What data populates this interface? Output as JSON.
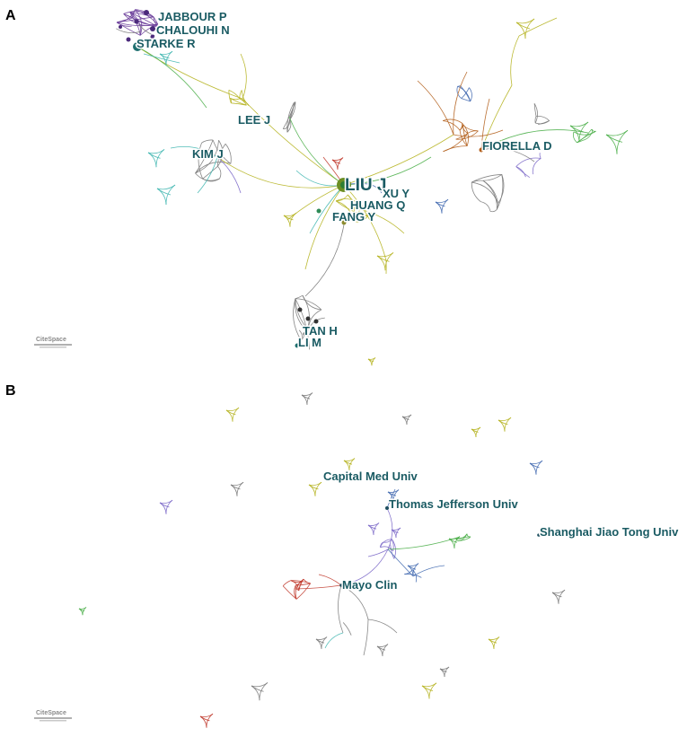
{
  "panel_a": {
    "letter": "A",
    "authors": [
      "JABBOUR P",
      "CHALOUHI N",
      "STARKE R",
      "LEE J",
      "KIM J",
      "LIU J",
      "XU Y",
      "HUANG Q",
      "FANG Y",
      "FIORELLA D",
      "TAN H",
      "LI M"
    ],
    "watermark": "CiteSpace"
  },
  "panel_b": {
    "letter": "B",
    "institutions": [
      "Capital Med Univ",
      "Thomas Jefferson Univ",
      "Shanghai Jiao Tong Univ",
      "Mayo Clin"
    ],
    "watermark": "CiteSpace"
  },
  "colors": {
    "label": "#1a5b63",
    "purple": "#6a3d9a",
    "olive": "#b5b31f",
    "gray": "#7a7a7a",
    "brown": "#b35f1c",
    "green": "#4daf4a",
    "teal": "#3fb6b0",
    "blue": "#4169b0",
    "red": "#c0392b",
    "violet": "#7b68c8"
  }
}
